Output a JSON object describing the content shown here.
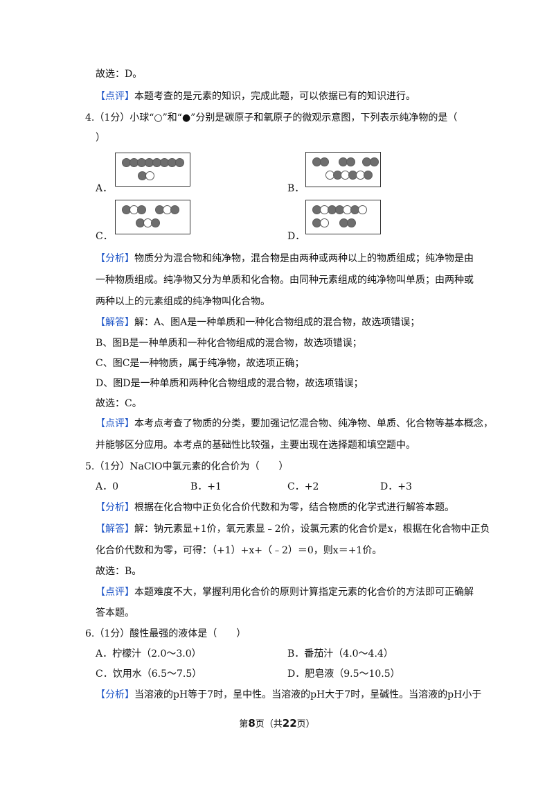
{
  "lines": {
    "l1": "故选：D。",
    "l2_tag": "【点评】",
    "l2": "本题考查的是元素的知识，完成此题，可以依据已有的知识进行。",
    "q4_num": "4.",
    "q4": "（1分）小球“○”和“●”分别是碳原子和氧原子的微观示意图，下列表示纯净物的是（",
    "q4_close": "）",
    "a4_tag": "【分析】",
    "a4_1": "物质分为混合物和纯净物，混合物是由两种或两种以上的物质组成；纯净物是由",
    "a4_2": "一种物质组成。纯净物又分为单质和化合物。由同种元素组成的纯净物叫单质；由两种或",
    "a4_3": "两种以上的元素组成的纯净物叫化合物。",
    "s4_tag": "【解答】",
    "s4_1": "解：A、图A是一种单质和一种化合物组成的混合物，故选项错误；",
    "s4_2": "B、图B是一种单质和一种化合物组成的混合物，故选项错误；",
    "s4_3": "C、图C是一种物质，属于纯净物，故选项正确；",
    "s4_4": "D、图D是一种单质和两种化合物组成的混合物，故选项错误；",
    "s4_5": "故选：C。",
    "p4_tag": "【点评】",
    "p4_1": "本考点考查了物质的分类，要加强记忆混合物、纯净物、单质、化合物等基本概念，",
    "p4_2": "并能够区分应用。本考点的基础性比较强，主要出现在选择题和填空题中。",
    "q5_num": "5.",
    "q5": "（1分）NaClO中氯元素的化合价为（　　）",
    "q5_a": "A．0",
    "q5_b": "B．+1",
    "q5_c": "C．+2",
    "q5_d": "D．+3",
    "a5_tag": "【分析】",
    "a5_1": "根据在化合物中正负化合价代数和为零，结合物质的化学式进行解答本题。",
    "s5_tag": "【解答】",
    "s5_1": "解：钠元素显+1价，氧元素显﹣2价，设氯元素的化合价是x，根据在化合物中正负",
    "s5_2": "化合价代数和为零，可得：（+1）+x+（﹣2）＝0，则x＝+1价。",
    "s5_3": "故选：B。",
    "p5_tag": "【点评】",
    "p5_1": "本题难度不大，掌握利用化合价的原则计算指定元素的化合价的方法即可正确解",
    "p5_2": "答本题。",
    "q6_num": "6.",
    "q6": "（1分）酸性最强的液体是（　　）",
    "q6_a": "A．柠檬汁（2.0～3.0）",
    "q6_b": "B．番茄汁（4.0～4.4）",
    "q6_c": "C．饮用水（6.5～7.5）",
    "q6_d": "D．肥皂液（9.5～10.5）",
    "a6_tag": "【分析】",
    "a6_1": "当溶液的pH等于7时，呈中性。当溶液的pH大于7时，呈碱性。当溶液的pH小于"
  },
  "options": {
    "a": "A．",
    "b": "B．",
    "c": "C．",
    "d": "D．"
  },
  "footer": {
    "pre": "第",
    "page": "8",
    "mid": "页（共",
    "total": "22",
    "post": "页）"
  }
}
